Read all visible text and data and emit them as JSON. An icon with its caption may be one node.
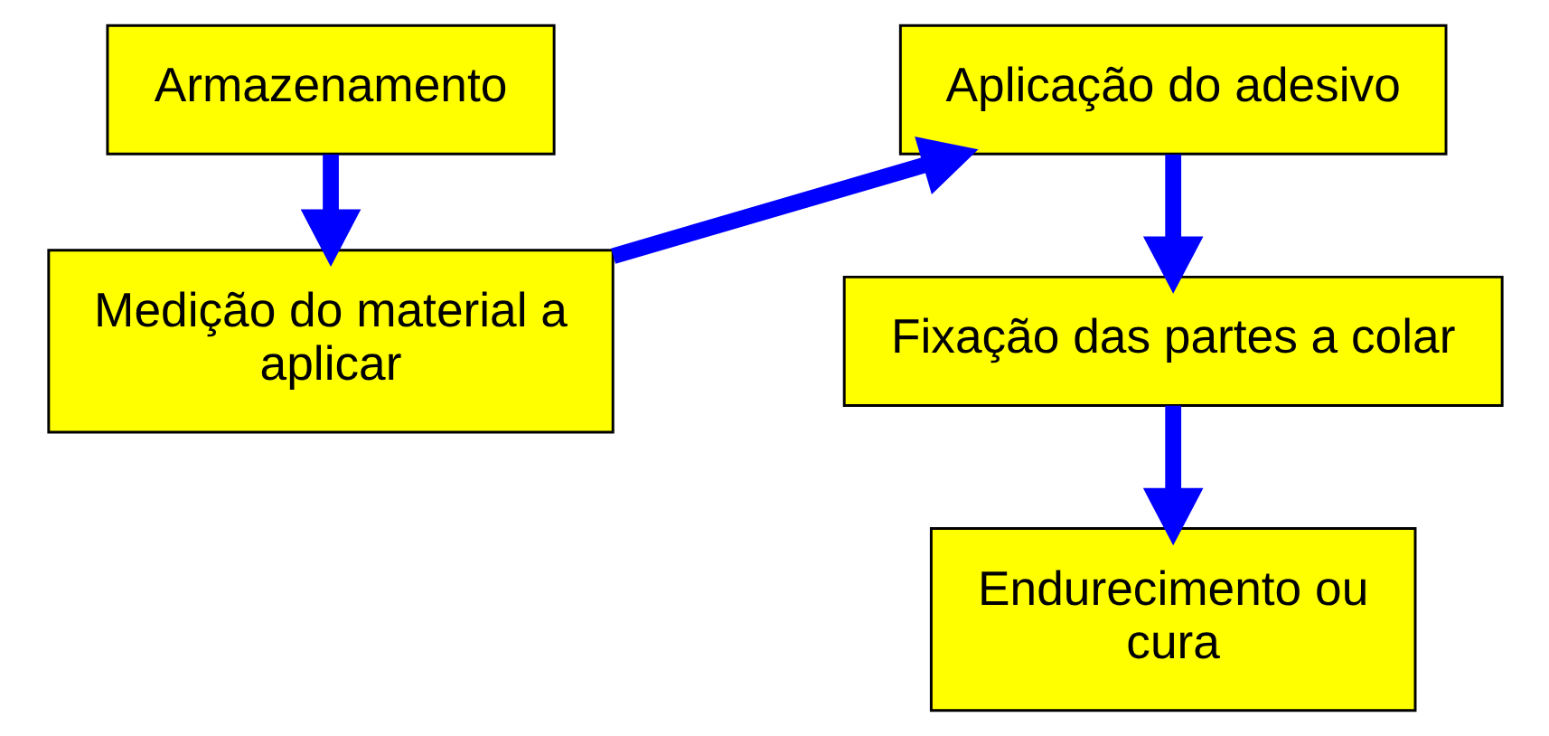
{
  "diagram": {
    "nodes": [
      {
        "text": [
          "Armazenamento"
        ]
      },
      {
        "text": [
          "Medição do material a aplicar"
        ]
      },
      {
        "text": [
          "Aplicação do adesivo"
        ]
      },
      {
        "text": [
          "Fixação das partes a colar"
        ]
      },
      {
        "text": [
          "Endurecimento ou cura"
        ]
      }
    ],
    "edges": [
      {
        "from": 0,
        "to": 1,
        "arrow": "to"
      },
      {
        "from": 1,
        "to": 2,
        "arrow": "to"
      },
      {
        "from": 2,
        "to": 3,
        "arrow": "to"
      },
      {
        "from": 3,
        "to": 4,
        "arrow": "to"
      }
    ]
  }
}
